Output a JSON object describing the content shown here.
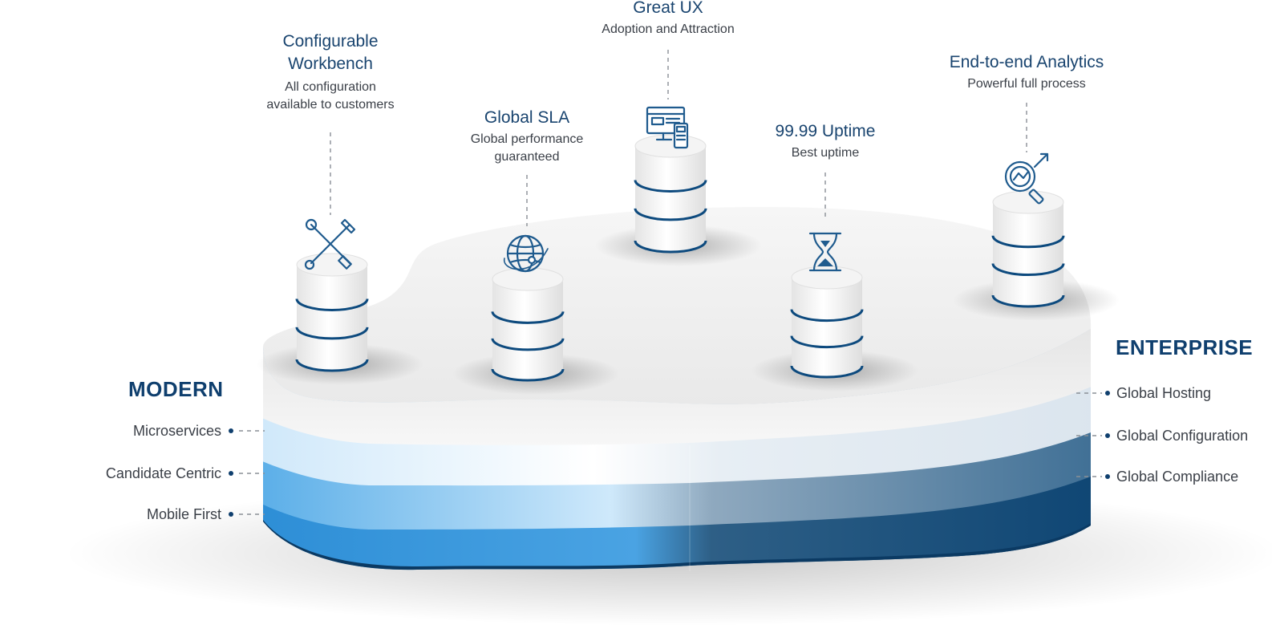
{
  "colors": {
    "title": "#19446f",
    "text": "#3a3f47",
    "accent_dark": "#0d4a7e",
    "light_blue": "#d7ecfb",
    "mid_blue": "#8fc6ee",
    "bright_blue": "#2f90d8",
    "slate_light": "#c8d7e3",
    "slate_mid": "#5f88a8",
    "slate_dark": "#264f72",
    "platform_top": "#eeeeee"
  },
  "features": [
    {
      "title": "Configurable\nWorkbench",
      "subtitle": "All configuration\navailable to customers",
      "icon": "tools-icon"
    },
    {
      "title": "Global SLA",
      "subtitle": "Global performance\nguaranteed",
      "icon": "globe-icon"
    },
    {
      "title": "Great UX",
      "subtitle": "Adoption and Attraction",
      "icon": "devices-icon"
    },
    {
      "title": "99.99 Uptime",
      "subtitle": "Best uptime",
      "icon": "hourglass-icon"
    },
    {
      "title": "End-to-end Analytics",
      "subtitle": "Powerful full process",
      "icon": "analytics-icon"
    }
  ],
  "modern": {
    "title": "MODERN",
    "items": [
      "Microservices",
      "Candidate Centric",
      "Mobile First"
    ]
  },
  "enterprise": {
    "title": "ENTERPRISE",
    "items": [
      "Global Hosting",
      "Global Configuration",
      "Global Compliance"
    ]
  }
}
